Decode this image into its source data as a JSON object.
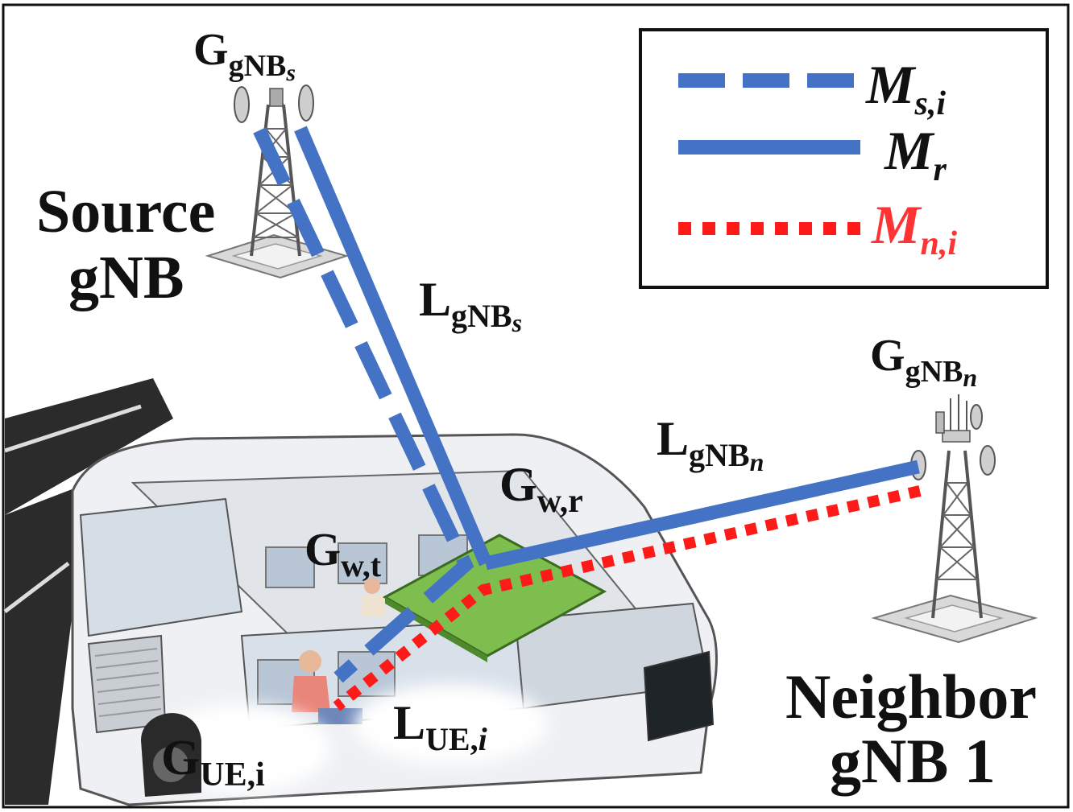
{
  "labels": {
    "source_gnb": [
      "Source",
      "gNB"
    ],
    "neighbor_gnb": [
      "Neighbor",
      "gNB 1"
    ],
    "g_gnb_s": {
      "base": "G",
      "sub1": "gNB",
      "sub2": "s"
    },
    "g_gnb_n": {
      "base": "G",
      "sub1": "gNB",
      "sub2": "n"
    },
    "l_gnb_s": {
      "base": "L",
      "sub1": "gNB",
      "sub2": "s"
    },
    "l_gnb_n": {
      "base": "L",
      "sub1": "gNB",
      "sub2": "n"
    },
    "g_w_r": {
      "base": "G",
      "sub": "w,r"
    },
    "g_w_t": {
      "base": "G",
      "sub": "w,t"
    },
    "l_ue_i": {
      "base": "L",
      "sub1": "UE,",
      "sub2": "i"
    },
    "g_ue_i": {
      "base": "G",
      "sub": "UE,i"
    }
  },
  "legend": [
    {
      "base": "M",
      "sub": "s,i",
      "style": "dashed",
      "color": "#4472C4"
    },
    {
      "base": "M",
      "sub": "r",
      "style": "solid",
      "color": "#4472C4"
    },
    {
      "base": "M",
      "sub": "n,i",
      "style": "dotted",
      "color": "#FF1A1A"
    }
  ],
  "colors": {
    "blue_link": "#4472C4",
    "red_link": "#FF1A1A",
    "repeater_panel": "#7DBE4E",
    "road": "#2B2B2B"
  }
}
